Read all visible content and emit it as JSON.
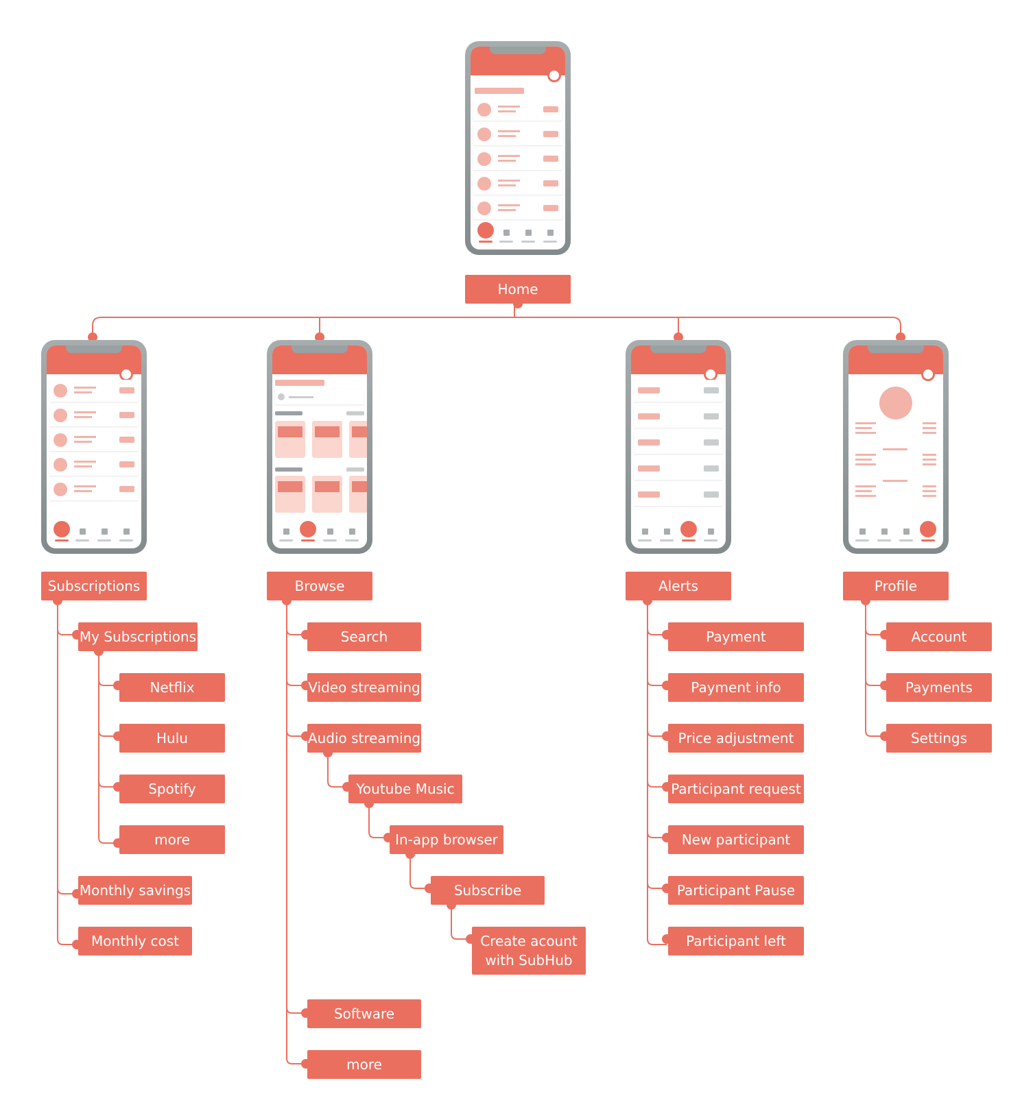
{
  "colors": {
    "accent": "#ea6f5f",
    "connector": "#ea6f5f",
    "phone_frame": "#a7adae"
  },
  "nodes": {
    "home": "Home",
    "subscriptions": "Subscriptions",
    "my_subscriptions": "My Subscriptions",
    "netflix": "Netflix",
    "hulu": "Hulu",
    "spotify": "Spotify",
    "subs_more": "more",
    "monthly_savings": "Monthly savings",
    "monthly_cost": "Monthly cost",
    "browse": "Browse",
    "search": "Search",
    "video_streaming": "Video streaming",
    "audio_streaming": "Audio streaming",
    "youtube_music": "Youtube Music",
    "in_app_browser": "In-app browser",
    "subscribe": "Subscribe",
    "create_account": "Create acount with SubHub",
    "software": "Software",
    "browse_more": "more",
    "alerts": "Alerts",
    "payment": "Payment",
    "payment_info": "Payment info",
    "price_adjustment": "Price adjustment",
    "participant_request": "Participant request",
    "new_participant": "New participant",
    "participant_pause": "Participant Pause",
    "participant_left": "Participant left",
    "profile": "Profile",
    "account": "Account",
    "payments": "Payments",
    "settings": "Settings"
  },
  "screens": [
    "home-screen",
    "subscriptions-screen",
    "browse-screen",
    "alerts-screen",
    "profile-screen"
  ]
}
